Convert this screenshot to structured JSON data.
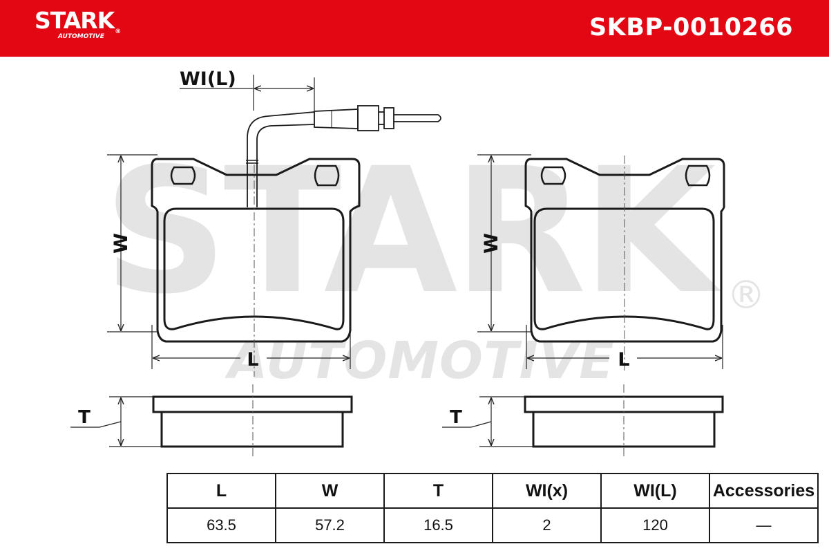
{
  "header": {
    "logo_text": "STARK",
    "logo_reg": "®",
    "logo_subtext": "AUTOMOTIVE",
    "part_number": "SKBP-0010266",
    "bg_color": "#e30613"
  },
  "watermark": {
    "main": "STARK",
    "sub": "AUTOMOTIVE",
    "reg": "®",
    "color": "#e4e4e4"
  },
  "drawing_labels": {
    "wear_indicator_length": "WI(L)",
    "width_left": "W",
    "width_right": "W",
    "length_left": "L",
    "length_right": "L",
    "thickness_left": "T",
    "thickness_right": "T"
  },
  "spec_table": {
    "headers": [
      "L",
      "W",
      "T",
      "WI(x)",
      "WI(L)",
      "Accessories"
    ],
    "values": [
      "63.5",
      "57.2",
      "16.5",
      "2",
      "120",
      "—"
    ]
  }
}
